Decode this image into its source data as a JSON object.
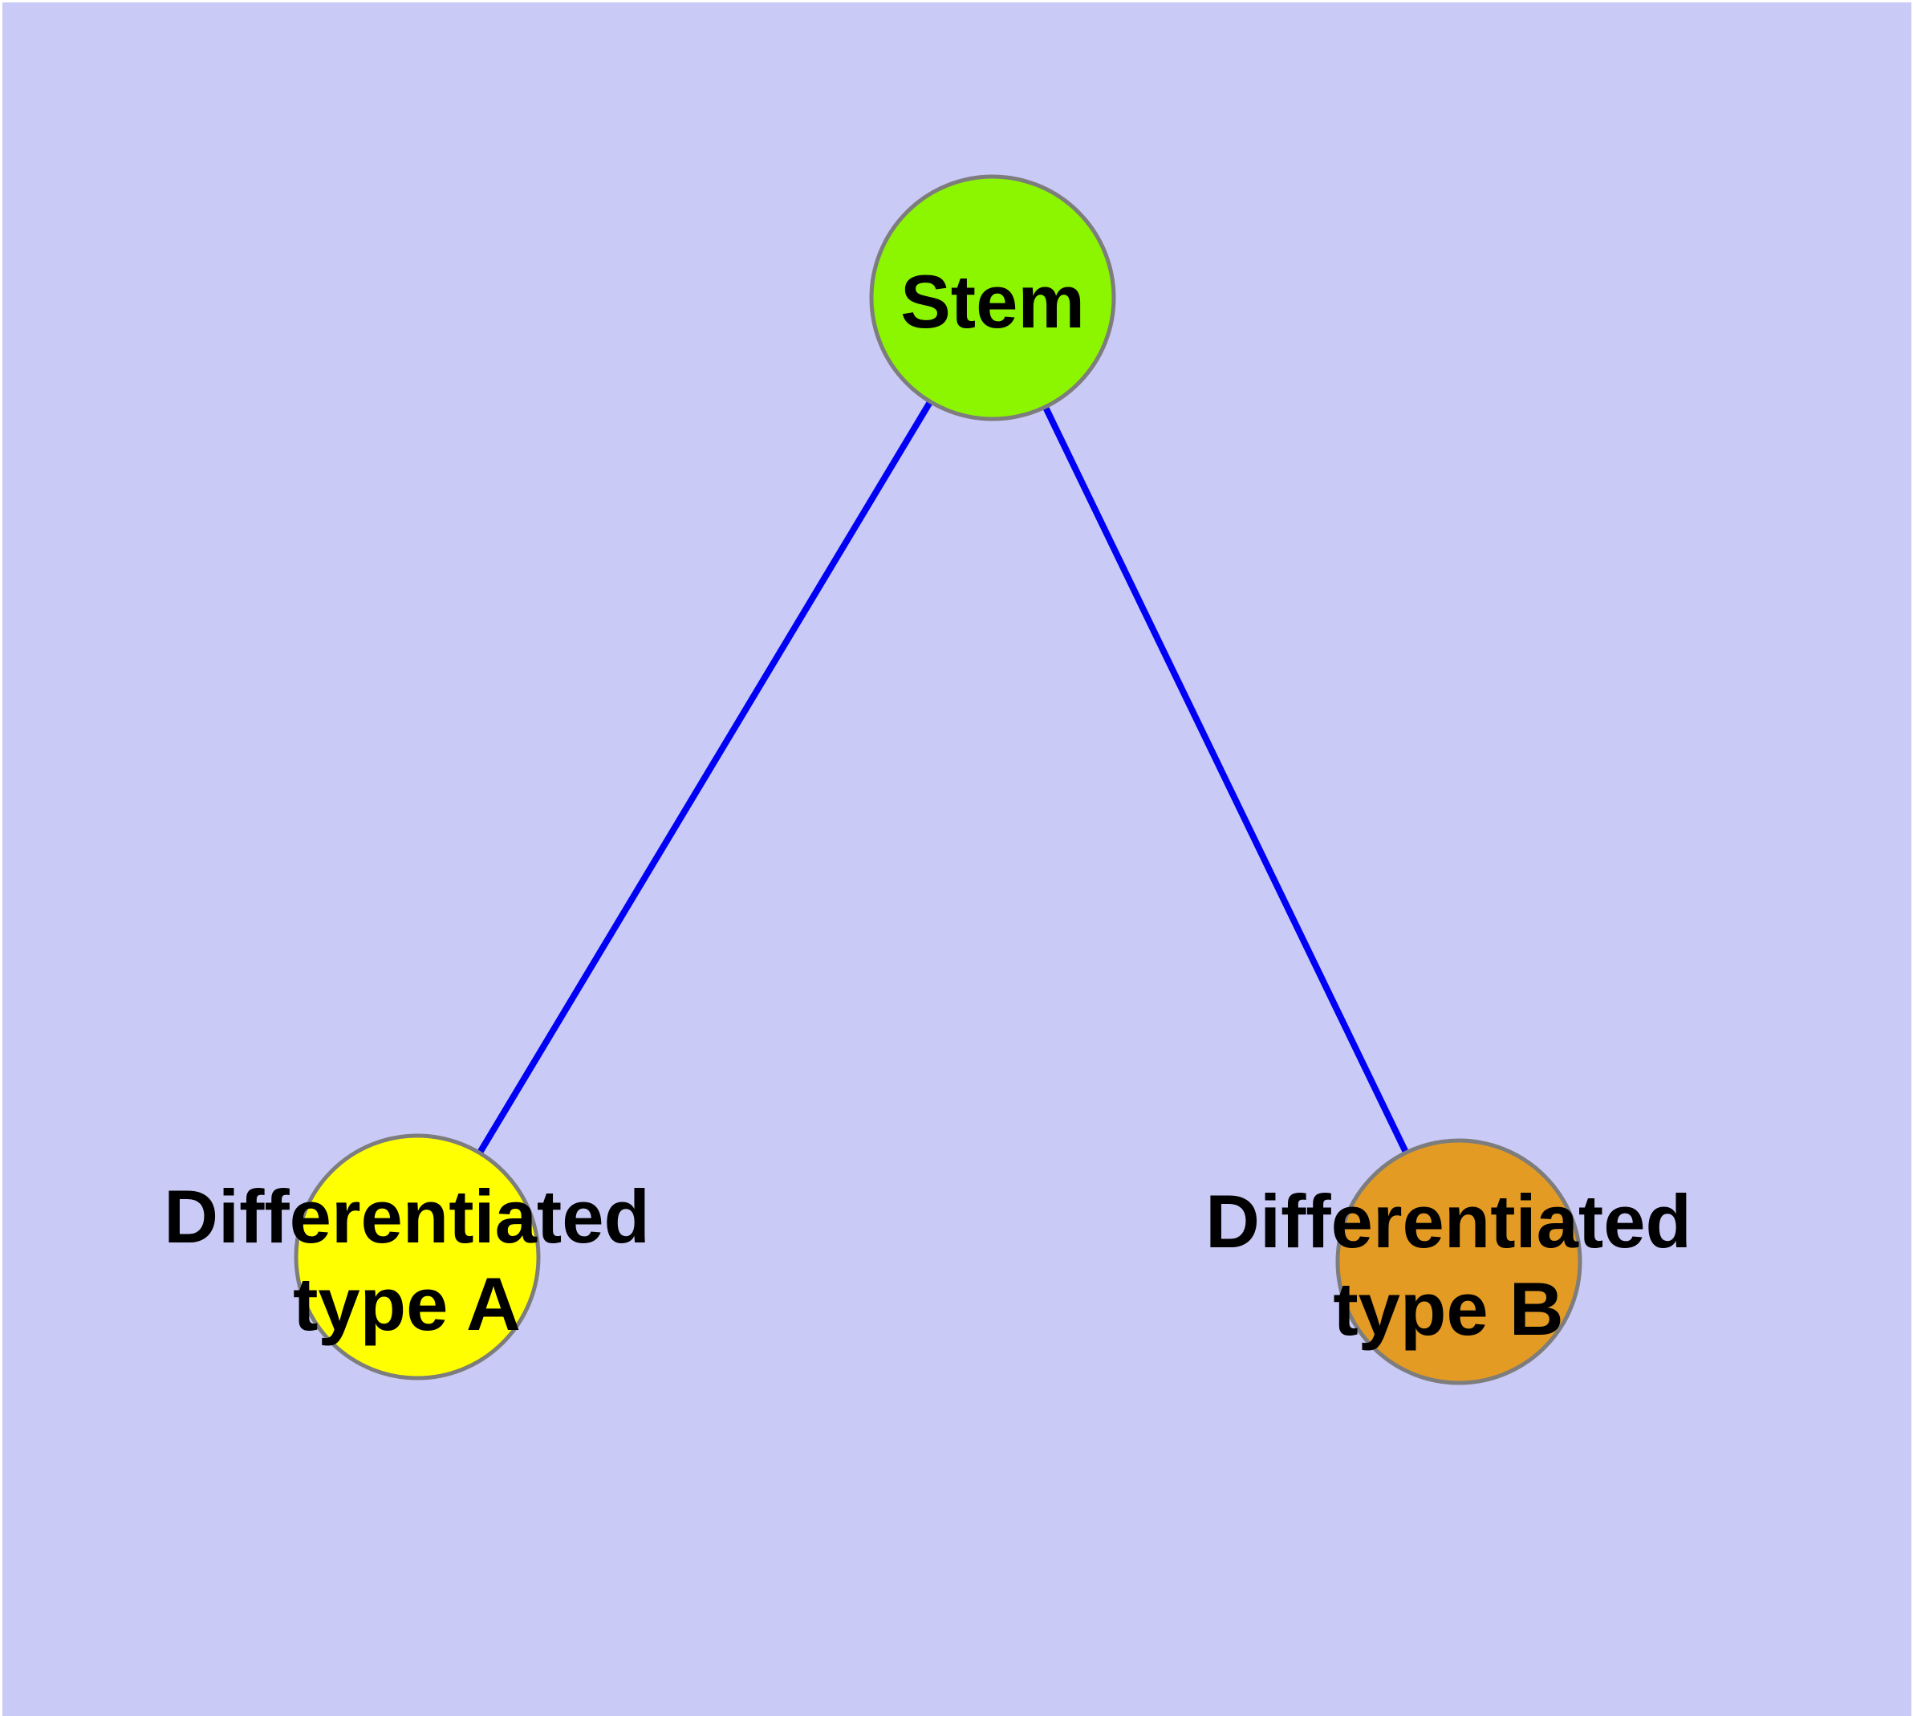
{
  "diagram": {
    "kind": "node-link-graph",
    "background_color": "#CACAF7",
    "frame_color": "#FFFFFF",
    "edge_color": "#0000F5",
    "node_border_color": "#7D7D7D",
    "text_color": "#000000",
    "nodes": [
      {
        "id": "stem",
        "label": "Stem",
        "fill": "#8CF500"
      },
      {
        "id": "differentiated-type-a",
        "label_line1": "Differentiated",
        "label_line2": "type A",
        "fill": "#FFFF00"
      },
      {
        "id": "differentiated-type-b",
        "label_line1": "Differentiated",
        "label_line2": "type B",
        "fill": "#E49B23"
      }
    ],
    "edges": [
      {
        "from": "stem",
        "to": "differentiated-type-a"
      },
      {
        "from": "stem",
        "to": "differentiated-type-b"
      }
    ]
  }
}
